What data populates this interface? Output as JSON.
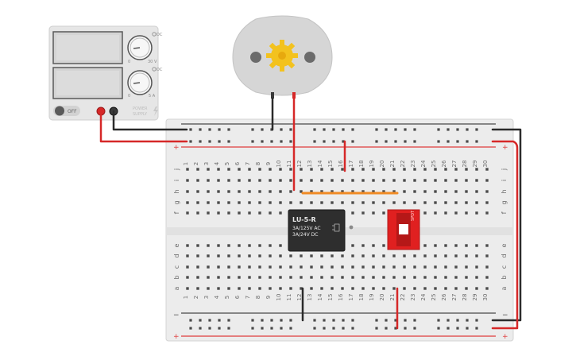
{
  "power_supply": {
    "switch_label": "OFF",
    "voltage_knob": {
      "min_label": "0",
      "max_label": "30 V"
    },
    "current_knob": {
      "min_label": "0",
      "max_label": "5 A"
    },
    "voltage_knob_mode": "DC",
    "current_knob_mode": "DC",
    "brand_line1": "POWER",
    "brand_line2": "SUPPLY"
  },
  "relay": {
    "model": "LU-5-R",
    "rating_ac": "3A/125V AC",
    "rating_dc": "3A/24V  DC"
  },
  "slide_switch": {
    "label": "SPDT"
  },
  "breadboard": {
    "columns": [
      "1",
      "2",
      "3",
      "4",
      "5",
      "6",
      "7",
      "8",
      "9",
      "10",
      "11",
      "12",
      "13",
      "14",
      "15",
      "16",
      "17",
      "18",
      "19",
      "20",
      "21",
      "22",
      "23",
      "24",
      "25",
      "26",
      "27",
      "28",
      "29",
      "30"
    ],
    "top_rows": [
      "j",
      "i",
      "h",
      "g",
      "f"
    ],
    "bottom_rows": [
      "e",
      "d",
      "c",
      "b",
      "a"
    ],
    "rail_minus": "−",
    "rail_plus": "+"
  },
  "colors": {
    "wire_red": "#d62828",
    "wire_black": "#2b2b2b",
    "wire_orange": "#f08a24",
    "board": "#ececec",
    "rail_red": "#e03c3c",
    "rail_dark": "#4a4a4a",
    "relay_body": "#2e2e2e",
    "switch_red": "#e02020",
    "gear": "#f3c21e",
    "motor": "#d6d6d6",
    "psu_body": "#e8e8e8",
    "psu_display": "#d8d8d8"
  }
}
